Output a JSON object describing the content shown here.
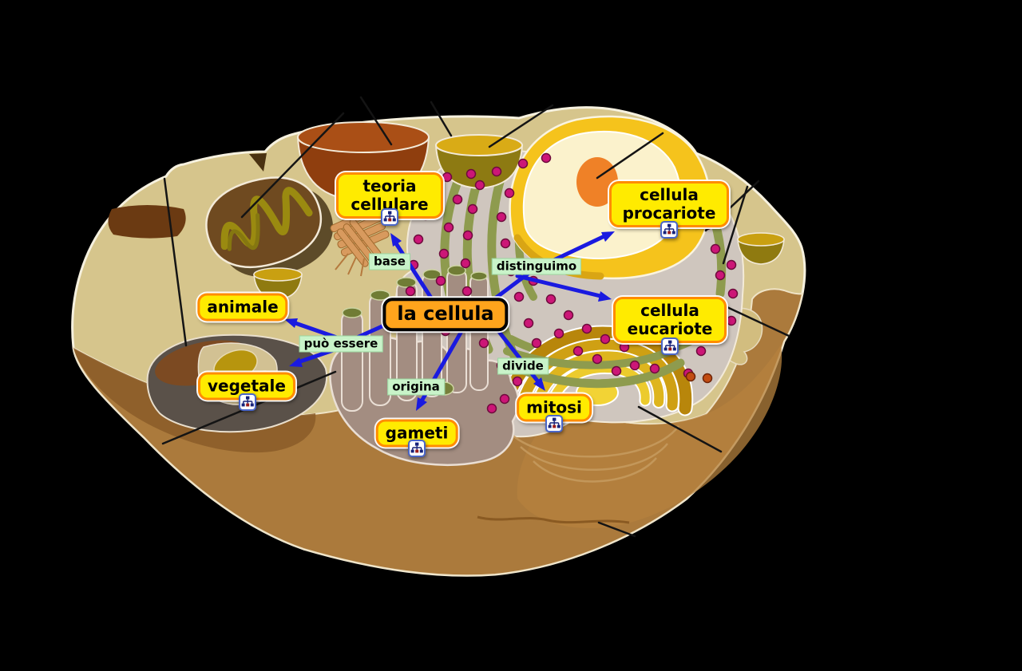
{
  "concept_map": {
    "root": {
      "label": "la cellula"
    },
    "nodes": {
      "teoria": {
        "label": "teoria cellulare",
        "has_resource_icon": true
      },
      "procariote": {
        "label": "cellula procariote",
        "has_resource_icon": true
      },
      "eucariote": {
        "label": "cellula eucariote",
        "has_resource_icon": true
      },
      "animale": {
        "label": "animale",
        "has_resource_icon": false
      },
      "vegetale": {
        "label": "vegetale",
        "has_resource_icon": true
      },
      "mitosi": {
        "label": "mitosi",
        "has_resource_icon": true
      },
      "gameti": {
        "label": "gameti",
        "has_resource_icon": true
      }
    },
    "link_labels": {
      "base": "base",
      "distinguimo": "distinguimo",
      "puo_essere": "può essere",
      "origina": "origina",
      "divide": "divide"
    },
    "relations": [
      {
        "from": "la cellula",
        "link": "base",
        "to": "teoria cellulare"
      },
      {
        "from": "la cellula",
        "link": "distinguimo",
        "to": "cellula procariote"
      },
      {
        "from": "la cellula",
        "link": "distinguimo",
        "to": "cellula eucariote"
      },
      {
        "from": "la cellula",
        "link": "può essere",
        "to": "animale"
      },
      {
        "from": "la cellula",
        "link": "può essere",
        "to": "vegetale"
      },
      {
        "from": "la cellula",
        "link": "origina",
        "to": "gameti"
      },
      {
        "from": "la cellula",
        "link": "divide",
        "to": "mitosi"
      }
    ],
    "colors": {
      "background": "#000000",
      "node_fill": "#ffeb00",
      "node_border": "#ff8c00",
      "root_fill": "#ffa41c",
      "root_border": "#000000",
      "link_label_fill": "#c9f3c9",
      "arrow": "#1a1ae0"
    }
  }
}
